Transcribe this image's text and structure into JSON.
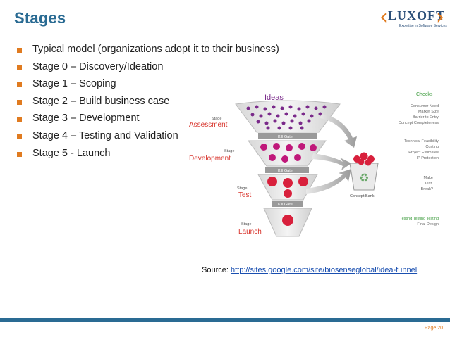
{
  "slide": {
    "title": "Stages",
    "logo": {
      "text": "LUXOFT",
      "tagline": "Expertise in Software Services"
    },
    "bullets": [
      "Typical model (organizations adopt it to their business)",
      "Stage 0 – Discovery/Ideation",
      "Stage 1 – Scoping",
      "Stage 2 – Build business case",
      "Stage 3 – Development",
      "Stage 4 – Testing and Validation",
      "Stage 5 - Launch"
    ],
    "source_label": "Source: ",
    "source_url": "http://sites.google.com/site/biosenseglobal/idea-funnel",
    "page": "Page 20"
  },
  "diagram": {
    "ideas": "Ideas",
    "stage_word": "Stage",
    "stages": [
      "Assessment",
      "Development",
      "Test",
      "Launch"
    ],
    "kill_gate": "Kill Gate",
    "checks_title": "Checks",
    "checks_group1": [
      "Consumer Need",
      "Market Size",
      "Barrier to Entry",
      "Concept Completeness"
    ],
    "checks_group2": [
      "Technical Feasibility",
      "Costing",
      "Project Estimates",
      "IP Protection"
    ],
    "checks_group3": [
      "Make",
      "Test",
      "Break?"
    ],
    "concept_bank": "Concept Bank",
    "testing": "Testing Testing Testing",
    "final_design": "Final Design",
    "colors": {
      "purple": "#7a2a8a",
      "magenta": "#c0187a",
      "red": "#d8203c",
      "stage_red": "#d8342c",
      "checks_green": "#3a9a3a"
    }
  }
}
